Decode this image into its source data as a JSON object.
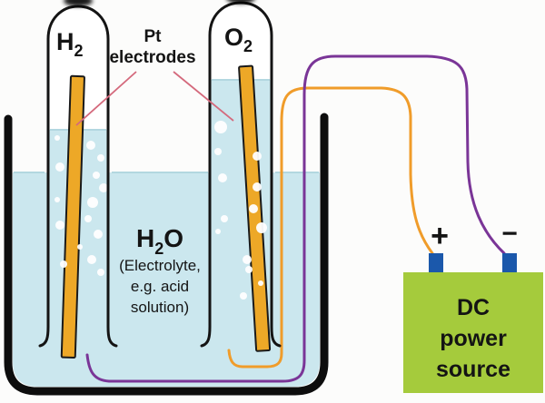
{
  "labels": {
    "left_gas": {
      "symbol": "H",
      "subscript": "2"
    },
    "right_gas": {
      "symbol": "O",
      "subscript": "2"
    },
    "pt": {
      "line1": "Pt",
      "line2": "electrodes"
    },
    "electrolyte": {
      "formula_main": "H",
      "formula_sub": "2",
      "formula_tail": "O",
      "note1": "(Electrolyte,",
      "note2": "e.g. acid",
      "note3": "solution)"
    },
    "power": {
      "plus": "+",
      "minus": "−",
      "line1": "DC",
      "line2": "power",
      "line3": "source"
    }
  },
  "colors": {
    "background": "#fcfcfb",
    "water": "#cbe7ee",
    "water_edge": "#b2d7e0",
    "glass_outline": "#141414",
    "beaker_outline": "#0d0d0d",
    "electrode_fill": "#eda827",
    "electrode_outline": "#1a1a1a",
    "wire_orange": "#f09c2a",
    "wire_purple": "#7a3597",
    "pointer_pink": "#d4697c",
    "terminal_blue": "#1b58ab",
    "power_box_green": "#a5cb3c",
    "power_text": "#222222",
    "bubble": "#ffffff"
  }
}
